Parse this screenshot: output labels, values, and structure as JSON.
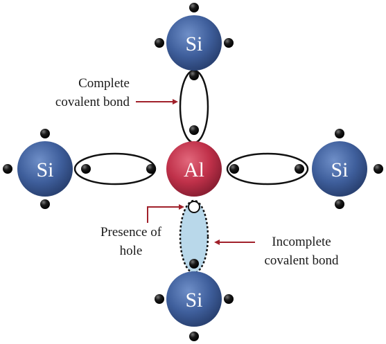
{
  "atoms": {
    "top": "Si",
    "left": "Si",
    "center": "Al",
    "right": "Si",
    "bottom": "Si"
  },
  "labels": {
    "complete_bond_line1": "Complete",
    "complete_bond_line2": "covalent bond",
    "hole_line1": "Presence of",
    "hole_line2": "hole",
    "incomplete_bond_line1": "Incomplete",
    "incomplete_bond_line2": "covalent bond"
  },
  "colors": {
    "si_atom": "#3f5f9c",
    "al_atom": "#c0314a",
    "hole_bond_fill": "#b9d8ea",
    "arrow": "#a0202a",
    "electron": "#111111"
  }
}
